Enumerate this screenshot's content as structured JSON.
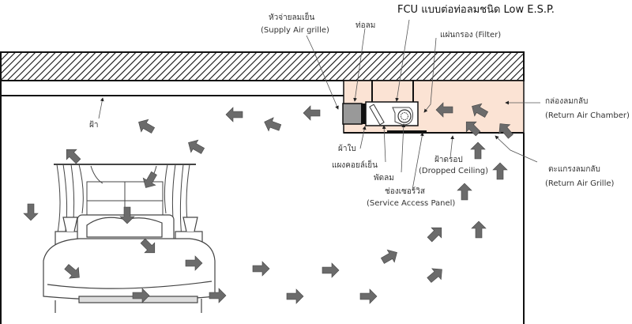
{
  "title": "FCU แบบต่อท่อลมชนิด Low E.S.P.",
  "labels": {
    "supply_grille_th": "หัวจ่ายลมเย็น",
    "supply_grille_en": "(Supply Air grille)",
    "duct": "ท่อลม",
    "filter": "แผ่นกรอง (Filter)",
    "return_chamber_th": "กล่องลมกลับ",
    "return_chamber_en": "(Return Air Chamber)",
    "ceiling": "ฝ้า",
    "canvas": "ผ้าใบ",
    "cooling_coil": "แผงคอยล์เย็น",
    "fan": "พัดลม",
    "service_panel_th": "ช่องเซอร์วิส",
    "service_panel_en": "(Service Access Panel)",
    "dropped_ceiling_th": "ฝ้าดรอป",
    "dropped_ceiling_en": "(Dropped Ceiling)",
    "return_grille_th": "ตะแกรงลมกลับ",
    "return_grille_en": "(Return Air Grille)"
  },
  "colors": {
    "chamber": "#fbe3d4",
    "arrow": "#6b6b6b",
    "fcu_grille": "#999999"
  }
}
